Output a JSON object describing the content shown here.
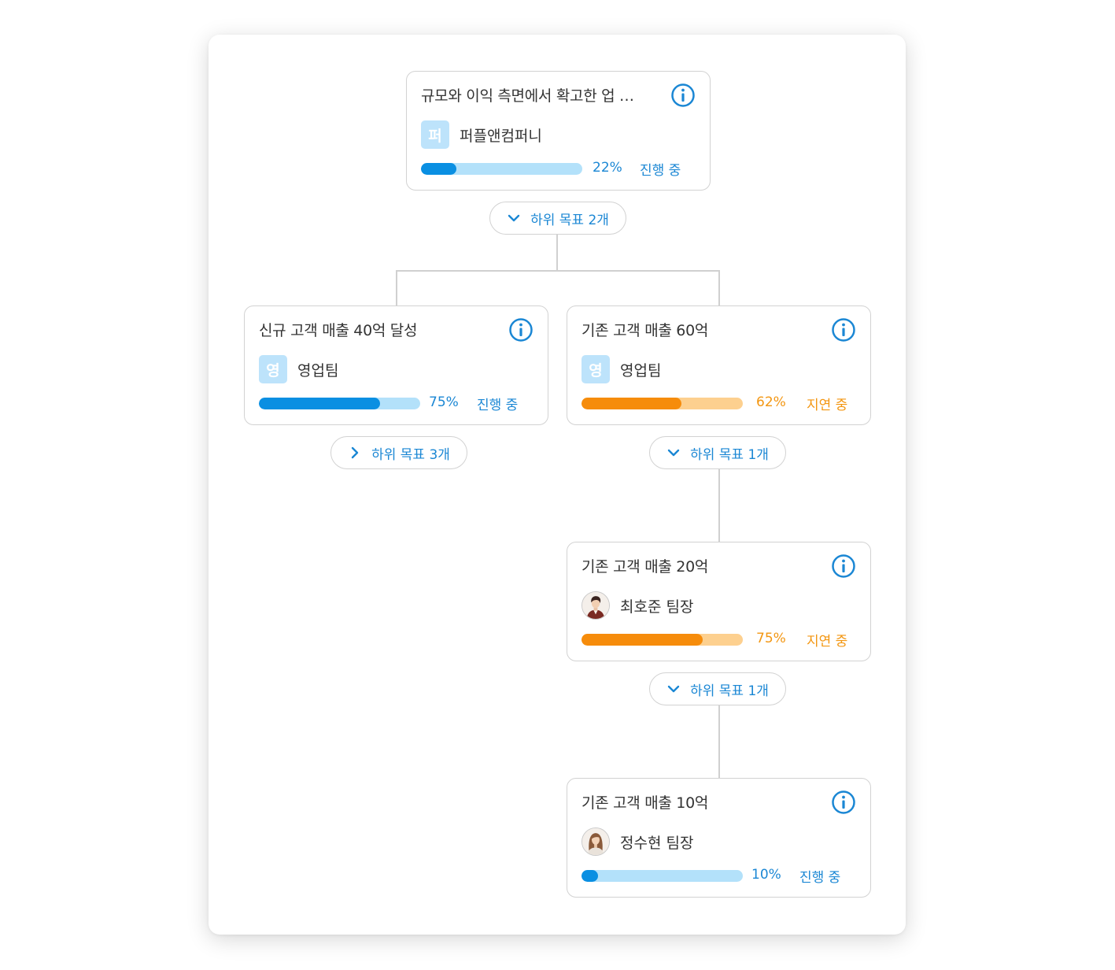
{
  "root": {
    "title": "규모와 이익 측면에서 확고한 업 …",
    "owner_badge": "퍼",
    "owner_name": "퍼플앤컴퍼니",
    "progress": 22,
    "progress_label": "22%",
    "status": "진행 중",
    "status_color": "#1b87d4",
    "toggle_label": "하위 목표 2개",
    "toggle_icon": "chevron-down-icon"
  },
  "child_left": {
    "title": "신규 고객 매출 40억 달성",
    "owner_badge": "영",
    "owner_name": "영업팀",
    "progress": 75,
    "progress_label": "75%",
    "status": "진행 중",
    "status_color": "#1b87d4",
    "toggle_label": "하위 목표 3개",
    "toggle_icon": "chevron-right-icon"
  },
  "child_right": {
    "title": "기존 고객 매출 60억",
    "owner_badge": "영",
    "owner_name": "영업팀",
    "progress": 62,
    "progress_label": "62%",
    "status": "지연 중",
    "status_color": "#f39611",
    "toggle_label": "하위 목표 1개",
    "toggle_icon": "chevron-down-icon"
  },
  "grandchild": {
    "title": "기존 고객 매출 20억",
    "owner_name": "최호준 팀장",
    "owner_avatar": "male-avatar",
    "progress": 75,
    "progress_label": "75%",
    "status": "지연 중",
    "status_color": "#f39611",
    "toggle_label": "하위 목표 1개",
    "toggle_icon": "chevron-down-icon"
  },
  "great_grandchild": {
    "title": "기존 고객 매출 10억",
    "owner_name": "정수현 팀장",
    "owner_avatar": "female-avatar",
    "progress": 10,
    "progress_label": "10%",
    "status": "진행 중",
    "status_color": "#1b87d4"
  },
  "colors": {
    "accent_blue": "#0a8fe2",
    "accent_blue_light": "#b3e1fa",
    "warning_orange": "#f68c0b",
    "warning_orange_light": "#fdd08f",
    "connector": "#d0d0d0"
  }
}
